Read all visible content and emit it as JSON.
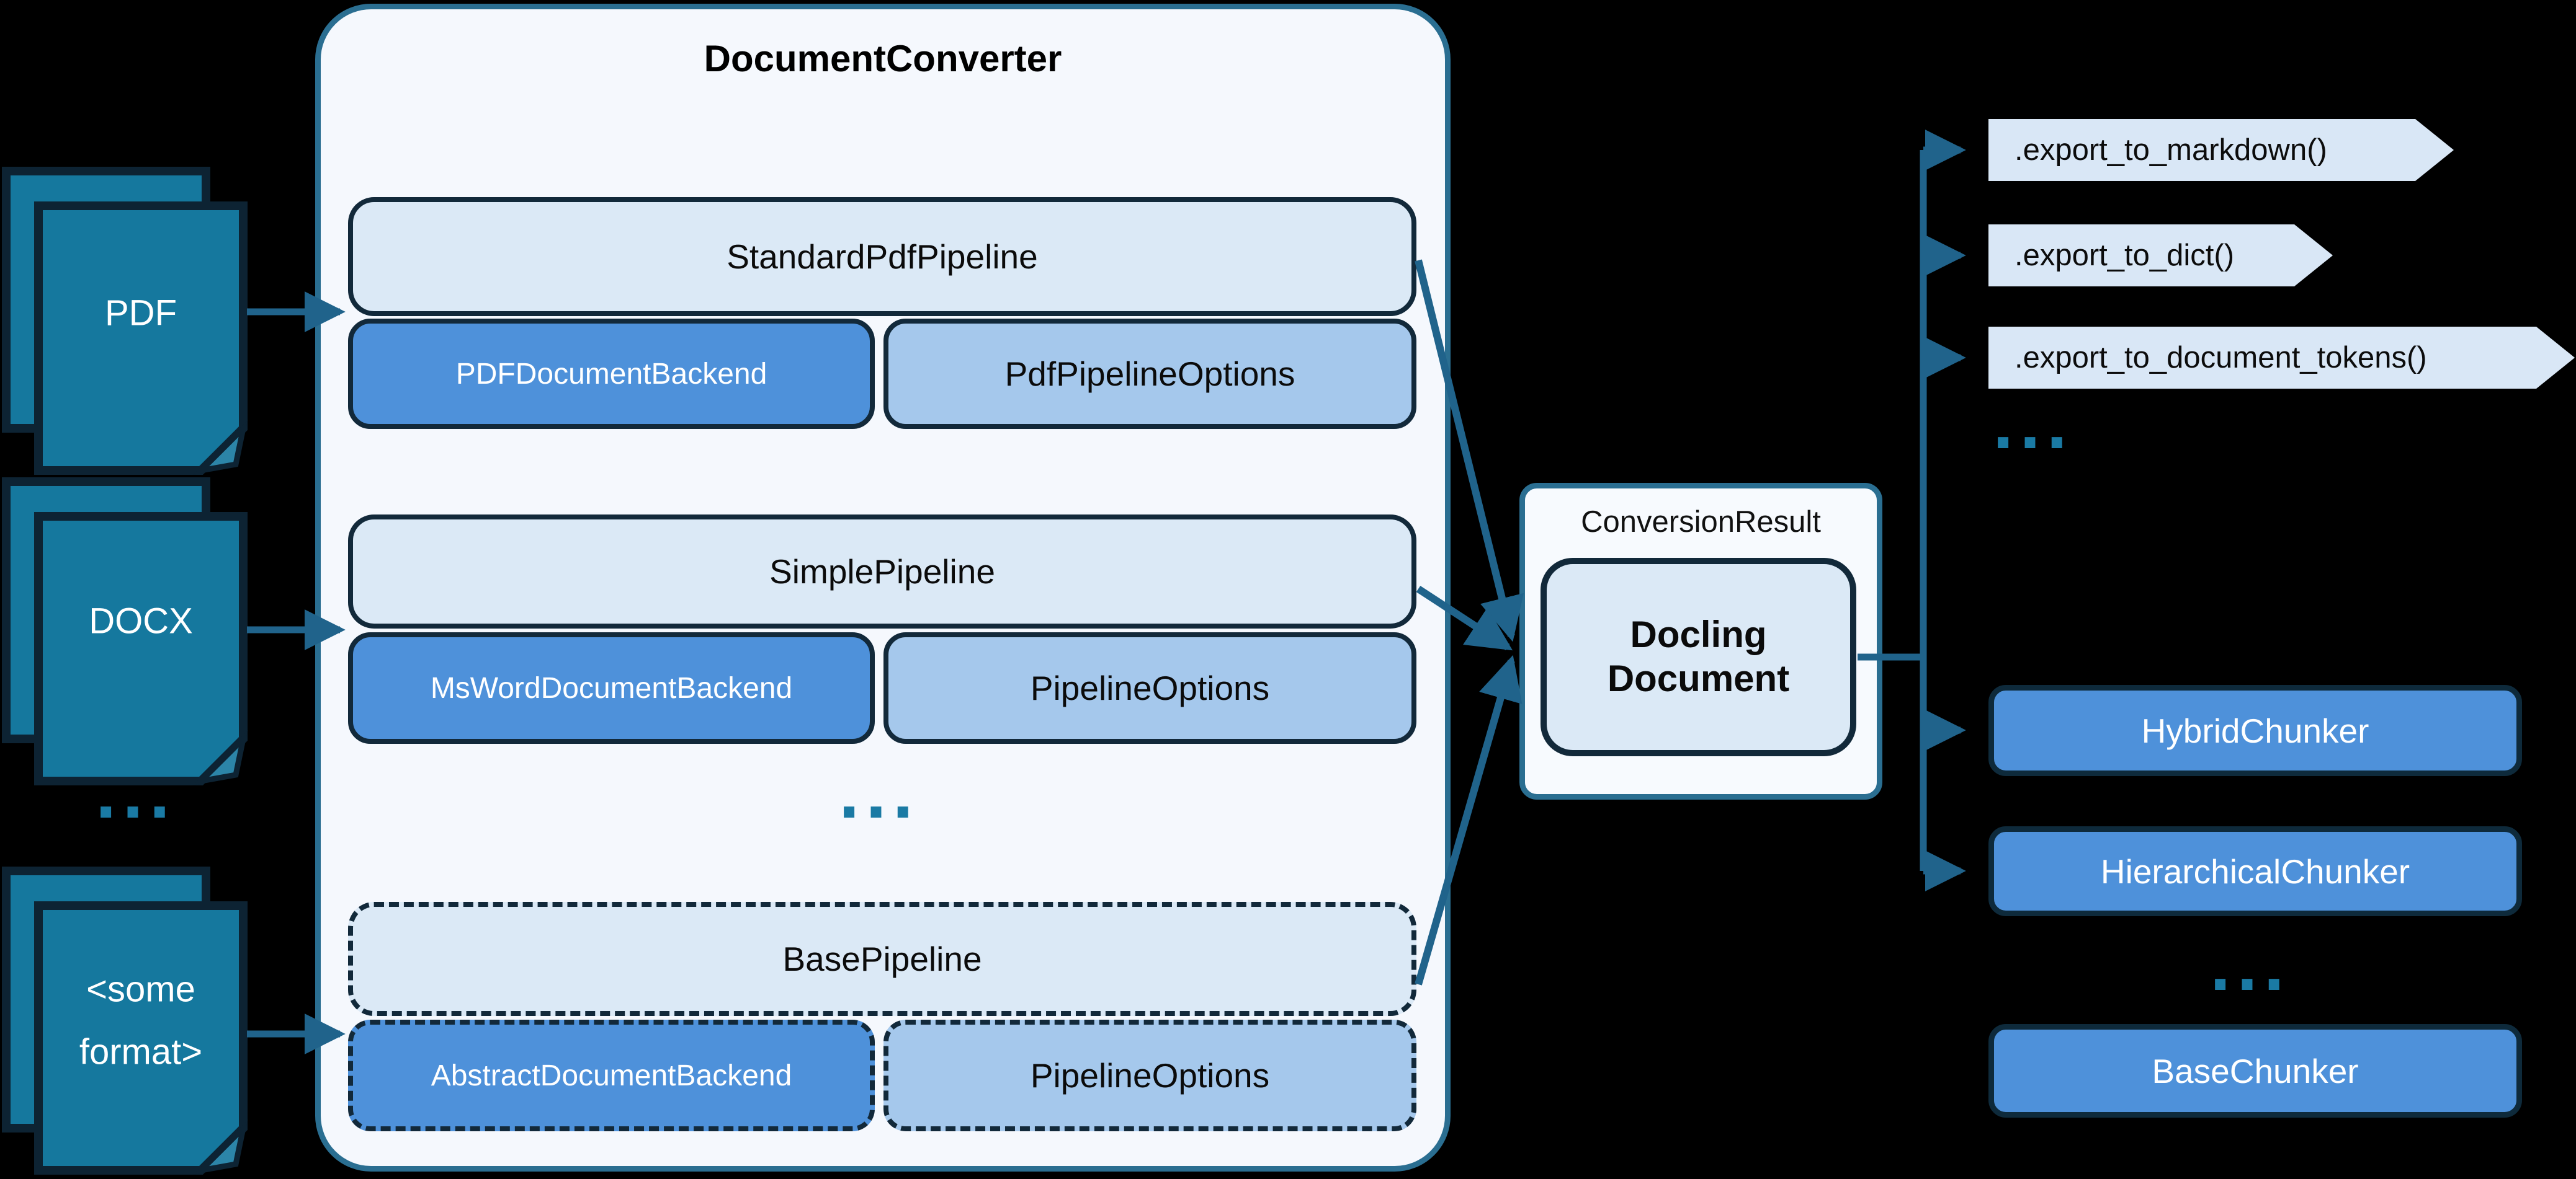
{
  "inputs": {
    "pdf": {
      "label": "PDF"
    },
    "docx": {
      "label": "DOCX"
    },
    "other": {
      "line1": "<some",
      "line2": "format>"
    },
    "ellipsis": "..."
  },
  "converter": {
    "title": "DocumentConverter",
    "pipelines": [
      {
        "name": "StandardPdfPipeline",
        "backend": "PDFDocumentBackend",
        "options": "PdfPipelineOptions"
      },
      {
        "name": "SimplePipeline",
        "backend": "MsWordDocumentBackend",
        "options": "PipelineOptions"
      },
      {
        "name": "BasePipeline",
        "backend": "AbstractDocumentBackend",
        "options": "PipelineOptions"
      }
    ],
    "ellipsis": "..."
  },
  "result": {
    "label": "ConversionResult",
    "doc_line1": "Docling",
    "doc_line2": "Document"
  },
  "exports": {
    "methods": [
      ".export_to_markdown()",
      ".export_to_dict()",
      ".export_to_document_tokens()"
    ],
    "ellipsis": "..."
  },
  "chunkers": {
    "items": [
      "HybridChunker",
      "HierarchicalChunker"
    ],
    "base": "BaseChunker",
    "ellipsis": "..."
  },
  "colors": {
    "background": "#000000",
    "container_fill": "#f5f8fd",
    "container_border": "#2a6e91",
    "pipeline_fill": "#dbe9f6",
    "backend_fill": "#4e91da",
    "options_fill": "#a5c8ec",
    "badge_fill": "#d9e7f6",
    "chunker_fill": "#4e91da",
    "doc_icon_fill": "#15789e",
    "dark_border": "#12293a",
    "arrow": "#20638b",
    "dots": "#1a7aa4"
  }
}
